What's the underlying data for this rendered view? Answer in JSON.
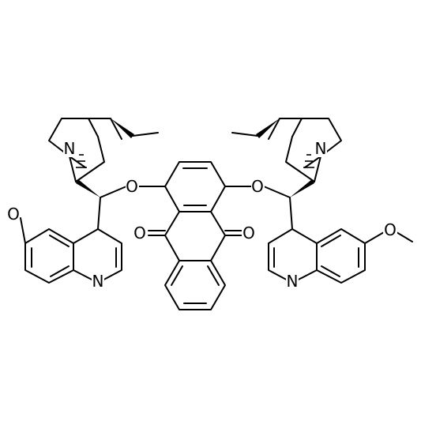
{
  "atom_labels": {
    "o_left": "O",
    "o_right": "O",
    "o_carbonyl_left": "O",
    "o_carbonyl_right": "O",
    "n_bridge_left": "N",
    "n_bridge_right": "N",
    "n_quinoline_left": "N",
    "n_quinoline_right": "N",
    "o_methoxy_left": "O",
    "o_methoxy_right": "O"
  },
  "colors": {
    "bond": "#000000",
    "background": "#ffffff"
  }
}
